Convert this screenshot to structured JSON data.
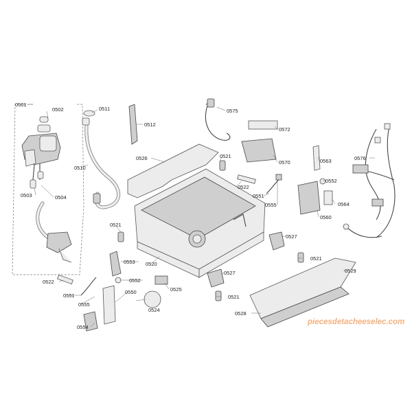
{
  "watermark": "piecesdetacheeselec.com",
  "parts": {
    "p0501": "0501",
    "p0502": "0502",
    "p0503": "0503",
    "p0504": "0504",
    "p0510": "0510",
    "p0511": "0511",
    "p0512": "0512",
    "p0520": "0520",
    "p0521a": "0521",
    "p0521b": "0521",
    "p0521c": "0521",
    "p0521d": "0521",
    "p0522a": "0522",
    "p0522b": "0522",
    "p0524": "0524",
    "p0525": "0525",
    "p0526": "0526",
    "p0527a": "0527",
    "p0527b": "0527",
    "p0528": "0528",
    "p0529": "0529",
    "p0550": "0550",
    "p0551a": "0551",
    "p0551b": "0551",
    "p0552a": "0552",
    "p0552b": "0552",
    "p0553": "0553",
    "p0554": "0554",
    "p0555a": "0555",
    "p0555b": "0555",
    "p0560": "0560",
    "p0563": "0563",
    "p0564": "0564",
    "p0570": "0570",
    "p0572": "0572",
    "p0575": "0575",
    "p0576": "0576"
  }
}
